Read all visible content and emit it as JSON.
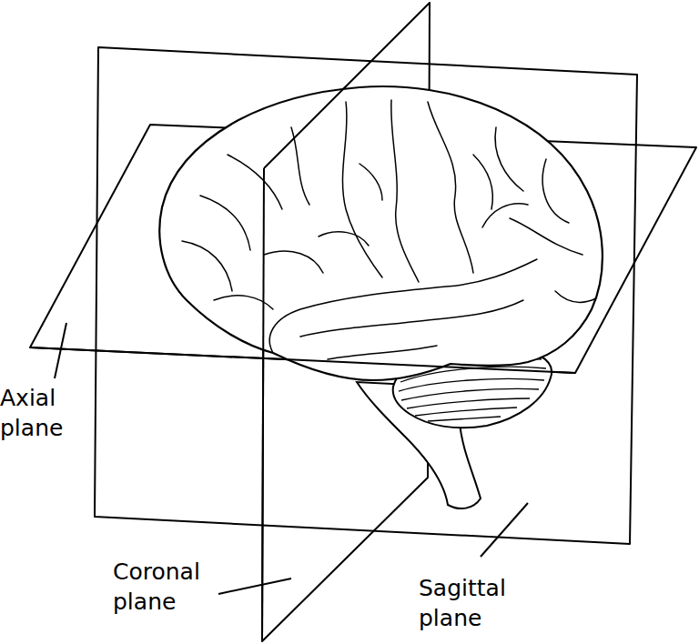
{
  "diagram": {
    "labels": [
      "Axial plane",
      "Coronal plane",
      "Sagittal plane"
    ]
  }
}
